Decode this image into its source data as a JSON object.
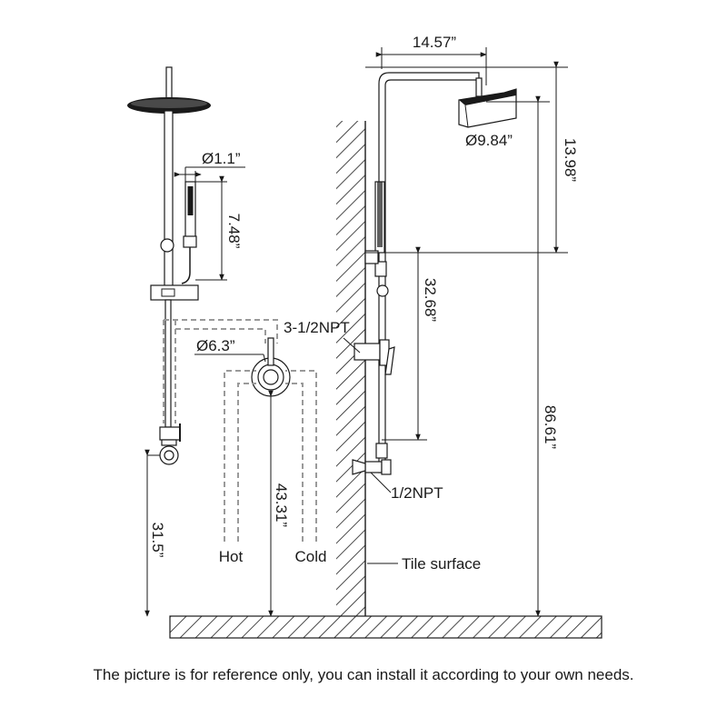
{
  "dimensions": {
    "arm_length": "14.57”",
    "head_diameter": "Ø9.84”",
    "head_height": "13.98”",
    "handheld_diameter": "Ø1.1”",
    "handheld_length": "7.48”",
    "valve_diameter": "Ø6.3”",
    "bar_length": "32.68”",
    "total_height": "86.61”",
    "valve_height": "43.31”",
    "outlet_height": "31.5”"
  },
  "labels": {
    "upper_thread": "3-1/2NPT",
    "lower_thread": "1/2NPT",
    "hot": "Hot",
    "cold": "Cold",
    "tile": "Tile surface"
  },
  "caption": "The picture is for reference only, you can install it according to your own needs.",
  "colors": {
    "line": "#1a1a1a",
    "dashed_pipe": "#9a9a9a",
    "background": "#ffffff"
  }
}
